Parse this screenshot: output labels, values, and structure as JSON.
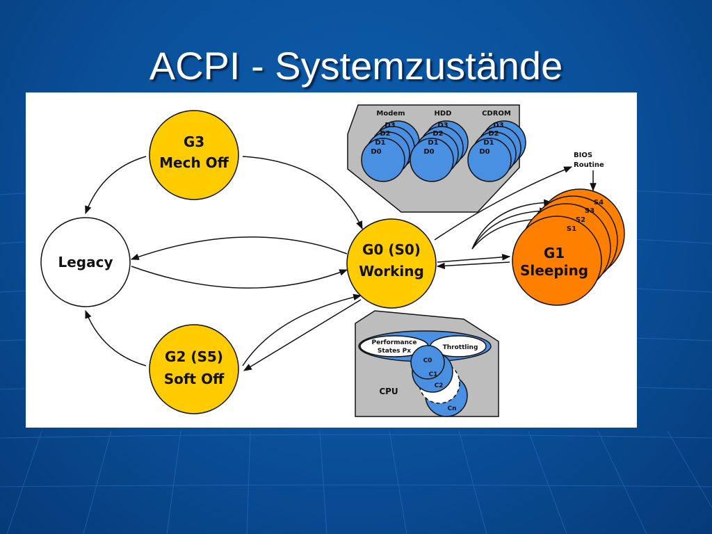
{
  "slide": {
    "title": "ACPI - Systemzustände"
  },
  "diagram": {
    "g3": {
      "line1": "G3",
      "line2": "Mech Off"
    },
    "legacy": {
      "label": "Legacy"
    },
    "g2": {
      "line1": "G2 (S5)",
      "line2": "Soft Off"
    },
    "g0": {
      "line1": "G0 (S0)",
      "line2": "Working"
    },
    "g1": {
      "line1": "G1",
      "line2": "Sleeping"
    },
    "sleep_states": [
      "S1",
      "S2",
      "S3",
      "S4"
    ],
    "bios": {
      "line1": "BIOS",
      "line2": "Routine"
    },
    "devices": [
      {
        "name": "Modem",
        "states": [
          "D3",
          "D2",
          "D1",
          "D0"
        ]
      },
      {
        "name": "HDD",
        "states": [
          "D3",
          "D2",
          "D1",
          "D0"
        ]
      },
      {
        "name": "CDROM",
        "states": [
          "D3",
          "D2",
          "D1",
          "D0"
        ]
      }
    ],
    "cpu": {
      "label": "CPU",
      "performance_line1": "Performance",
      "performance_line2": "States Px",
      "throttling": "Throttling",
      "c_states": [
        "C0",
        "C1",
        "C2",
        "Cn"
      ]
    },
    "colors": {
      "yellow": "#ffcc00",
      "orange": "#ff8000",
      "blue": "#4a90e2",
      "gray": "#bdbdbd"
    }
  }
}
